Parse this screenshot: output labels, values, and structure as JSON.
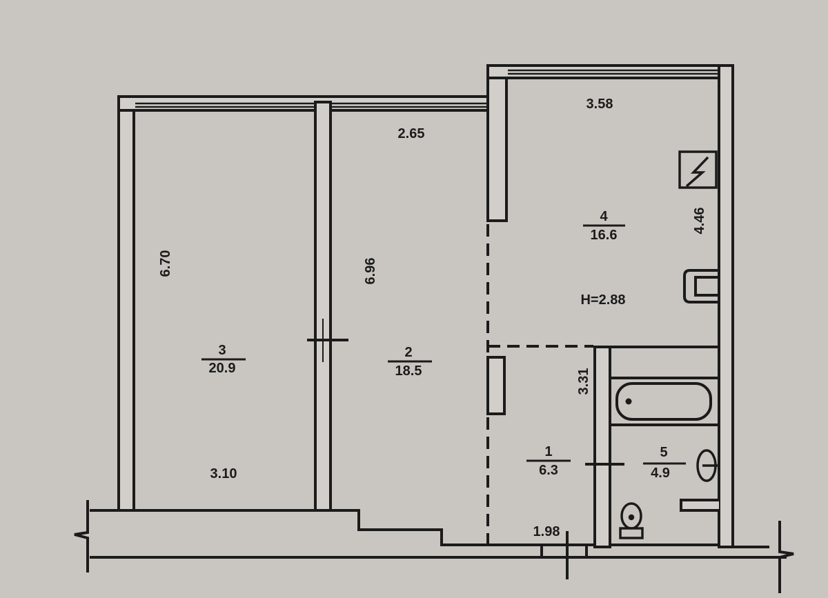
{
  "plan": {
    "colors": {
      "paper": "#c9c6c1",
      "ink": "#1b1b1b",
      "wall_fill": "#d2cfca"
    },
    "ceiling_height": "H=2.88",
    "rooms": [
      {
        "number": "1",
        "area": "6.3"
      },
      {
        "number": "2",
        "area": "18.5"
      },
      {
        "number": "3",
        "area": "20.9"
      },
      {
        "number": "4",
        "area": "16.6"
      },
      {
        "number": "5",
        "area": "4.9"
      }
    ],
    "dimensions": {
      "room3_length": "6.70",
      "room3_width": "3.10",
      "room2_length": "6.96",
      "room2_width": "2.65",
      "room4_width": "3.58",
      "room4_length": "4.46",
      "room1_length": "3.31",
      "room1_width": "1.98"
    },
    "fixtures": [
      "stove-icon",
      "kitchen-sink-icon",
      "bathtub-icon",
      "washbasin-icon",
      "toilet-icon"
    ]
  }
}
